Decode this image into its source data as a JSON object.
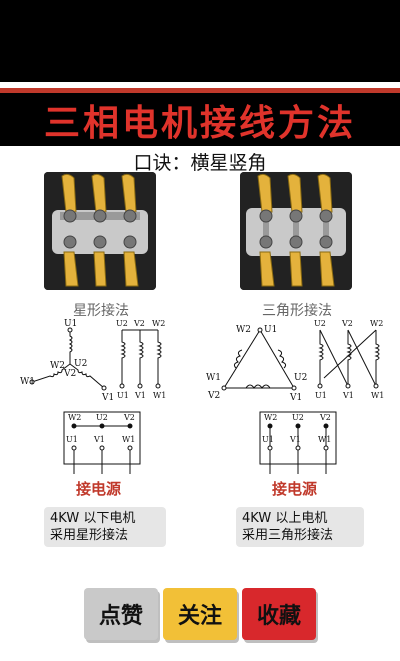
{
  "title": "三相电机接线方法",
  "subtitle": "口诀：横星竖角",
  "star": {
    "label": "星形接法",
    "terminals_top": [
      "U2",
      "V2",
      "W2"
    ],
    "terminals_bottom": [
      "U1",
      "V1",
      "W1"
    ],
    "power_label": "接电源",
    "note_line1": "4KW 以下电机",
    "note_line2": "采用星形接法"
  },
  "delta": {
    "label": "三角形接法",
    "terminals_top": [
      "U2",
      "V2",
      "W2"
    ],
    "terminals_bottom": [
      "U1",
      "V1",
      "W1"
    ],
    "power_label": "接电源",
    "note_line1": "4KW 以上电机",
    "note_line2": "采用三角形接法"
  },
  "buttons": {
    "like": "点赞",
    "follow": "关注",
    "favorite": "收藏"
  },
  "colors": {
    "title_red": "#e0332b",
    "like_bg": "#c9c9c9",
    "follow_bg": "#f2c037",
    "favorite_bg": "#d8282c",
    "note_bg": "#e6e6e6"
  }
}
